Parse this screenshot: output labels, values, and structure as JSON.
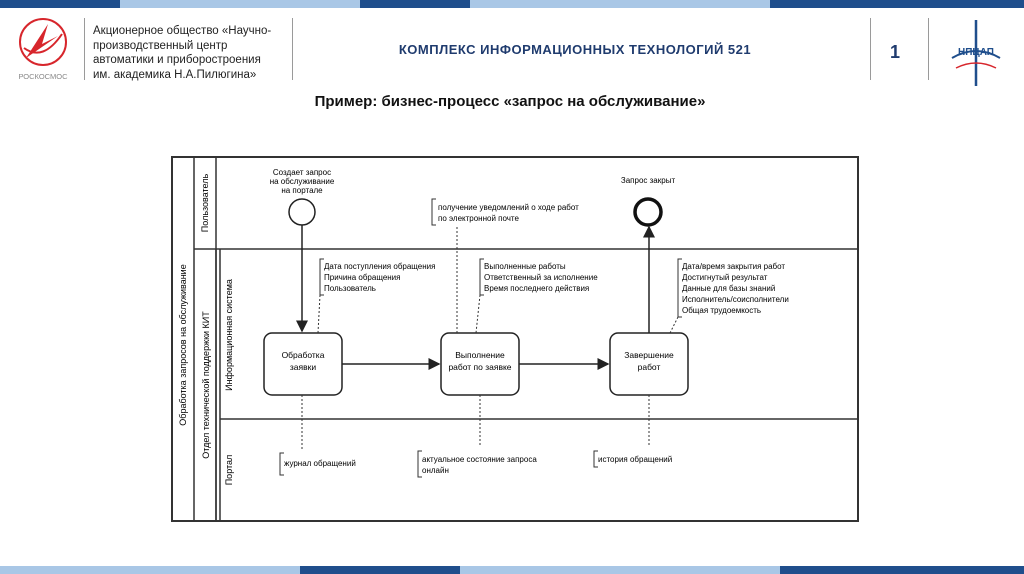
{
  "header": {
    "org_lines": [
      "Акционерное общество «Научно-",
      "производственный  центр",
      "автоматики и приборостроения",
      "им. академика  Н.А.Пилюгина»"
    ],
    "left_logo_caption": "РОСКОСМОС",
    "title": "КОМПЛЕКС ИНФОРМАЦИОННЫХ ТЕХНОЛОГИЙ 521",
    "page_number": "1",
    "right_logo_text": "НПЦАП"
  },
  "slide_title": "Пример: бизнес-процесс «запрос на обслуживание»",
  "diagram": {
    "pool_label": "Обработка запросов на обслуживание",
    "sub_pool_label": "Отдел технической поддержки КИТ",
    "lanes": {
      "user": "Пользователь",
      "is": "Информационная система",
      "portal": "Портал"
    },
    "start_event": [
      "Создает запрос",
      "на обслуживание",
      "на портале"
    ],
    "end_event": "Запрос закрыт",
    "notification": [
      "получение уведомлений о ходе работ",
      "по электронной почте"
    ],
    "tasks": [
      {
        "lines": [
          "Обработка",
          "заявки"
        ]
      },
      {
        "lines": [
          "Выполнение",
          "работ по заявке"
        ]
      },
      {
        "lines": [
          "Завершение",
          "работ"
        ]
      }
    ],
    "annotations_is": [
      [
        "Дата поступления обращения",
        "Причина обращения",
        "Пользователь"
      ],
      [
        "Выполненные работы",
        "Ответственный за исполнение",
        "Время последнего действия"
      ],
      [
        "Дата/время закрытия работ",
        "Достигнутый результат",
        "Данные для базы знаний",
        "Исполнитель/соисполнители",
        "Общая трудоемкость"
      ]
    ],
    "annotations_portal": [
      [
        "журнал обращений"
      ],
      [
        "актуальное состояние запроса",
        "онлайн"
      ],
      [
        "история обращений"
      ]
    ]
  },
  "colors": {
    "bar_dark": "#1f4e8c",
    "bar_light": "#a9c7e6",
    "header_text": "#1f3b6e",
    "logo_red": "#d7262c"
  }
}
